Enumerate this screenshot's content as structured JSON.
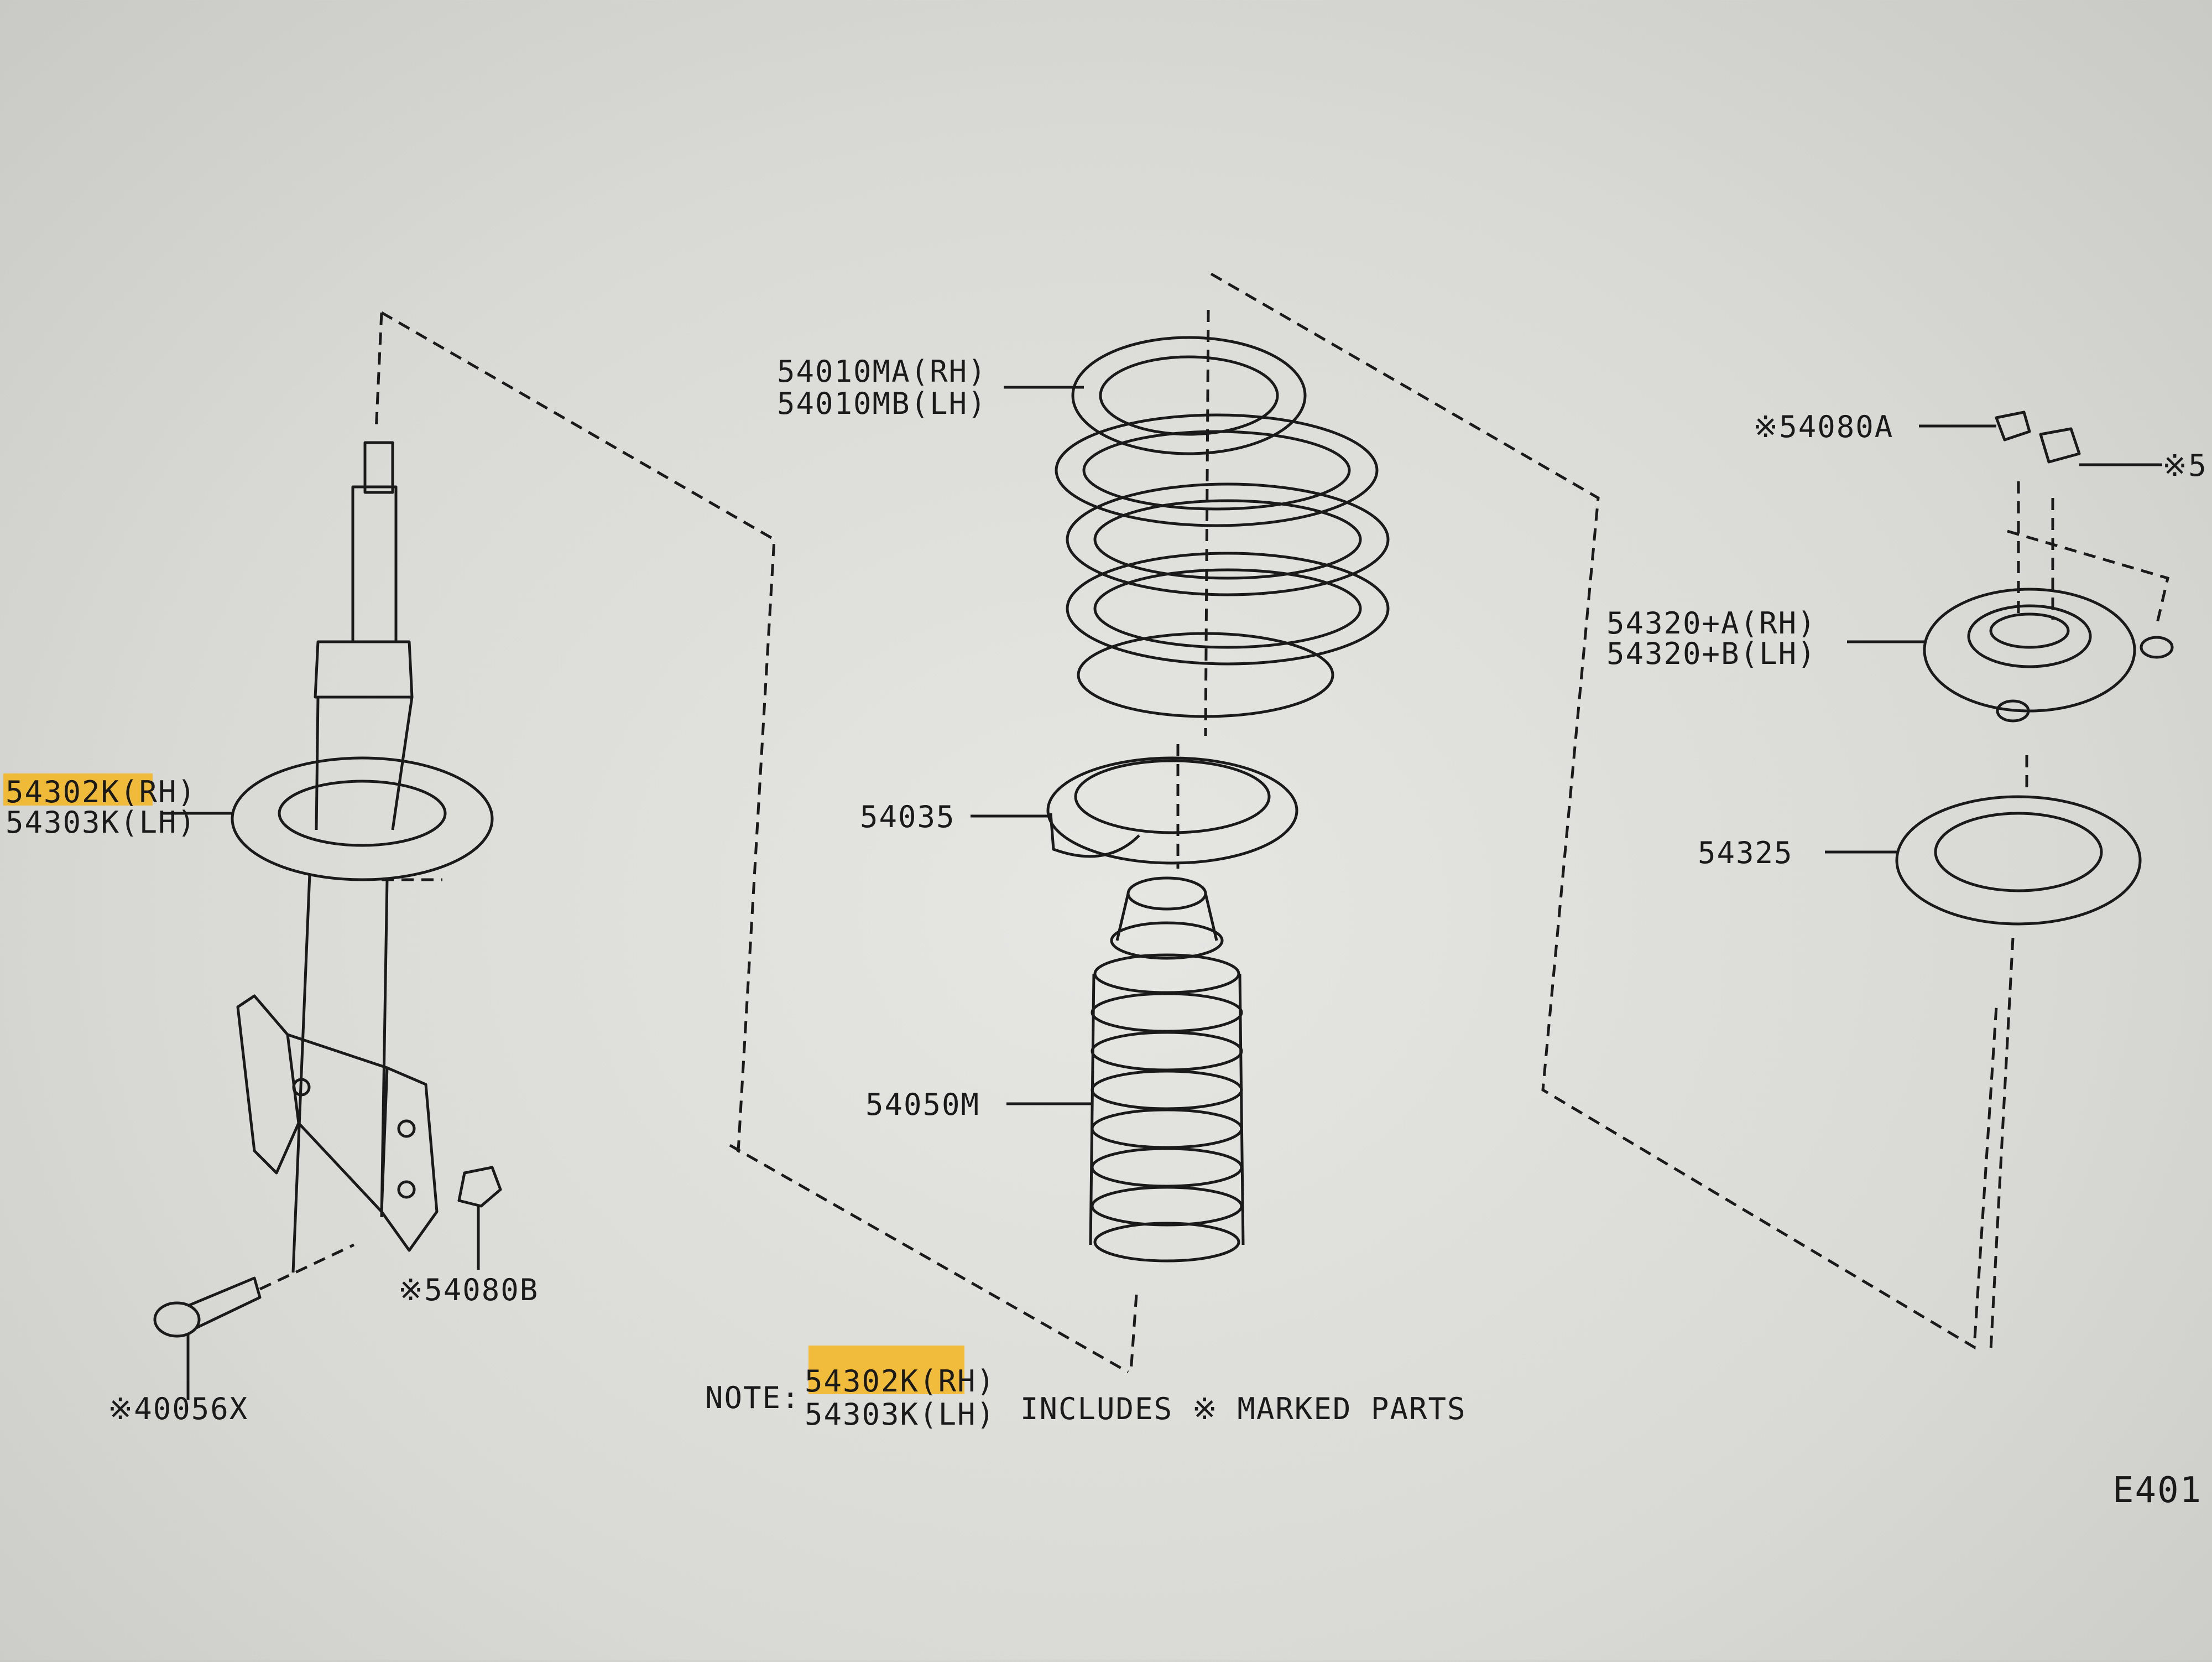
{
  "labels": {
    "spring_rh": "54010MA(RH)",
    "spring_lh": "54010MB(LH)",
    "seat": "54035",
    "bumper": "54050M",
    "nut_a": "※54080A",
    "nut_cut": "※5",
    "mount_rh": "54320+A(RH)",
    "mount_lh": "54320+B(LH)",
    "bearing": "54325",
    "strut_rh": "54302K(RH)",
    "strut_lh": "54303K(LH)",
    "nut_b": "※54080B",
    "bolt": "※40056X",
    "note_prefix": "NOTE:",
    "note_rh": "54302K(RH)",
    "note_lh": "54303K(LH)",
    "note_suffix": "INCLUDES ※ MARKED PARTS",
    "figure_code": "E401"
  },
  "colors": {
    "highlight": "#f5b51e",
    "ink": "#1a1a1a",
    "paper": "#e3e3e0"
  }
}
